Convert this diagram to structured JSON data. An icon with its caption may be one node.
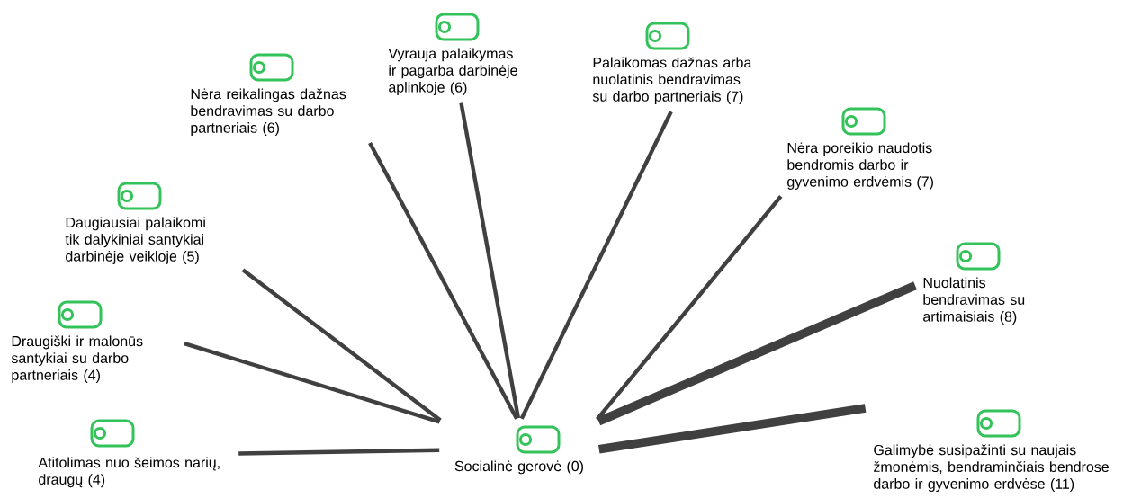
{
  "diagram": {
    "nodes": [
      {
        "text": [
          "Socialinė gerovė (0)"
        ]
      },
      {
        "text": [
          "Atitolimas nuo šeimos narių, draugų (4)"
        ]
      },
      {
        "text": [
          "Draugiški ir malonūs santykiai su darbo partneriais (4)"
        ]
      },
      {
        "text": [
          "Daugiausiai palaikomi tik dalykiniai santykiai darbinėje veikloje (5)"
        ]
      },
      {
        "text": [
          "Nėra reikalingas dažnas bendravimas su darbo partneriais (6)"
        ]
      },
      {
        "text": [
          "Vyrauja palaikymas ir pagarba darbinėje aplinkoje (6)"
        ]
      },
      {
        "text": [
          "Palaikomas dažnas arba nuolatinis bendravimas su darbo partneriais (7)"
        ]
      },
      {
        "text": [
          "Nėra poreikio naudotis bendromis darbo ir gyvenimo erdvėmis (7)"
        ]
      },
      {
        "text": [
          "Nuolatinis bendravimas su artimaisiais (8)"
        ]
      },
      {
        "text": [
          "Galimybė susipažinti su naujais žmonėmis, bendraminčiais bendrose darbo ir gyvenimo erdvėse (11)"
        ]
      }
    ],
    "edges": [
      {
        "from": 0,
        "to": 1,
        "arrow": "none"
      },
      {
        "from": 0,
        "to": 2,
        "arrow": "none"
      },
      {
        "from": 0,
        "to": 3,
        "arrow": "none"
      },
      {
        "from": 0,
        "to": 4,
        "arrow": "none"
      },
      {
        "from": 0,
        "to": 5,
        "arrow": "none"
      },
      {
        "from": 0,
        "to": 6,
        "arrow": "none"
      },
      {
        "from": 0,
        "to": 7,
        "arrow": "none"
      },
      {
        "from": 0,
        "to": 8,
        "arrow": "none",
        "style": "thick"
      },
      {
        "from": 0,
        "to": 9,
        "arrow": "none",
        "style": "thick"
      }
    ]
  }
}
